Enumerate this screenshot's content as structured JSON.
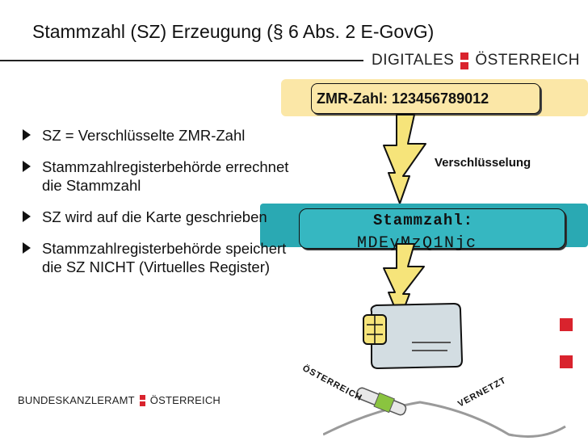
{
  "slide": {
    "title": "Stammzahl (SZ) Erzeugung (§ 6 Abs. 2 E-GovG)"
  },
  "logo_top": {
    "left": "DIGITALES",
    "right": "ÖSTERREICH"
  },
  "logo_bottom": {
    "left": "BUNDESKANZLERAMT",
    "right": "ÖSTERREICH"
  },
  "bullets": [
    "SZ = Verschlüsselte ZMR-Zahl",
    "Stammzahlregisterbehörde errechnet die Stammzahl",
    "SZ wird auf die Karte geschrieben",
    "Stammzahlregisterbehörde speichert die SZ NICHT (Virtuelles Register)"
  ],
  "diagram": {
    "zmr_label": "ZMR-Zahl: 123456789012",
    "arrow_label": "Verschlüsselung",
    "sz_label": "Stammzahl:",
    "sz_value": "MDEyMzQ1Njc"
  },
  "stamps": {
    "top": "ÖSTERREICH",
    "bottom": "VERNETZT"
  },
  "colors": {
    "accent_red": "#d9232d",
    "yellow_band": "#fbe7a7",
    "teal_band": "#36b7c1"
  },
  "icons": [
    "zigzag-arrow-icon",
    "smart-card-icon",
    "usb-cable-icon",
    "bullet-triangle-icon"
  ]
}
